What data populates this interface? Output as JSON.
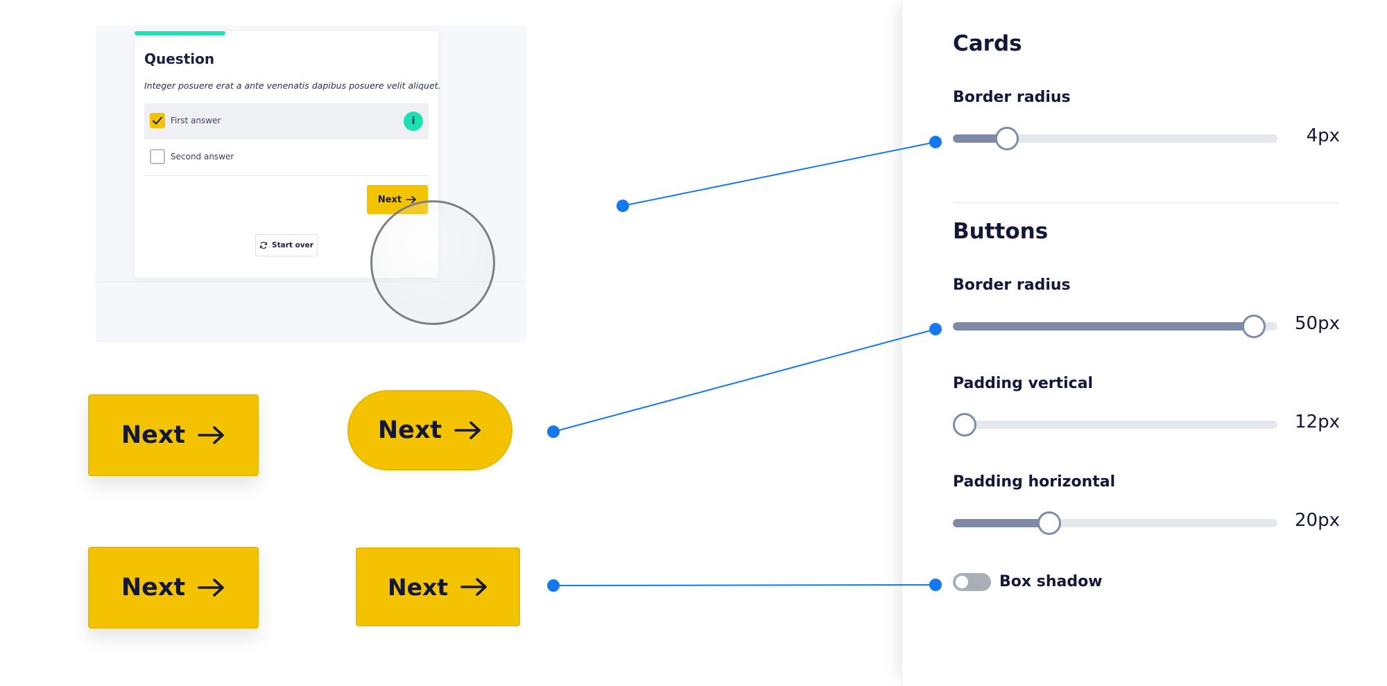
{
  "preview": {
    "question_title": "Question",
    "question_text": "Integer posuere erat a ante venenatis dapibus posuere velit aliquet.",
    "answers": [
      {
        "label": "First answer",
        "checked": true
      },
      {
        "label": "Second answer",
        "checked": false
      }
    ],
    "info_badge": "i",
    "next_label": "Next",
    "start_over_label": "Start over"
  },
  "examples": {
    "next_label": "Next",
    "arrow_icon": "arrow-right-icon"
  },
  "settings": {
    "cards": {
      "title": "Cards",
      "border_radius": {
        "label": "Border radius",
        "value": "4px",
        "fraction": 0.14
      }
    },
    "buttons": {
      "title": "Buttons",
      "border_radius": {
        "label": "Border radius",
        "value": "50px",
        "fraction": 0.96
      },
      "padding_vertical": {
        "label": "Padding vertical",
        "value": "12px",
        "fraction": 0.0
      },
      "padding_horizontal": {
        "label": "Padding horizontal",
        "value": "20px",
        "fraction": 0.28
      },
      "box_shadow": {
        "label": "Box shadow",
        "enabled": false
      }
    }
  },
  "colors": {
    "accent_yellow": "#f4c300",
    "accent_teal": "#1ee0b5",
    "annotation_blue": "#1479f0",
    "slider_fill": "#7d8ba8",
    "slider_track": "#e4e8ec",
    "toggle_off": "#a9afb5",
    "text_dark": "#13183a"
  }
}
